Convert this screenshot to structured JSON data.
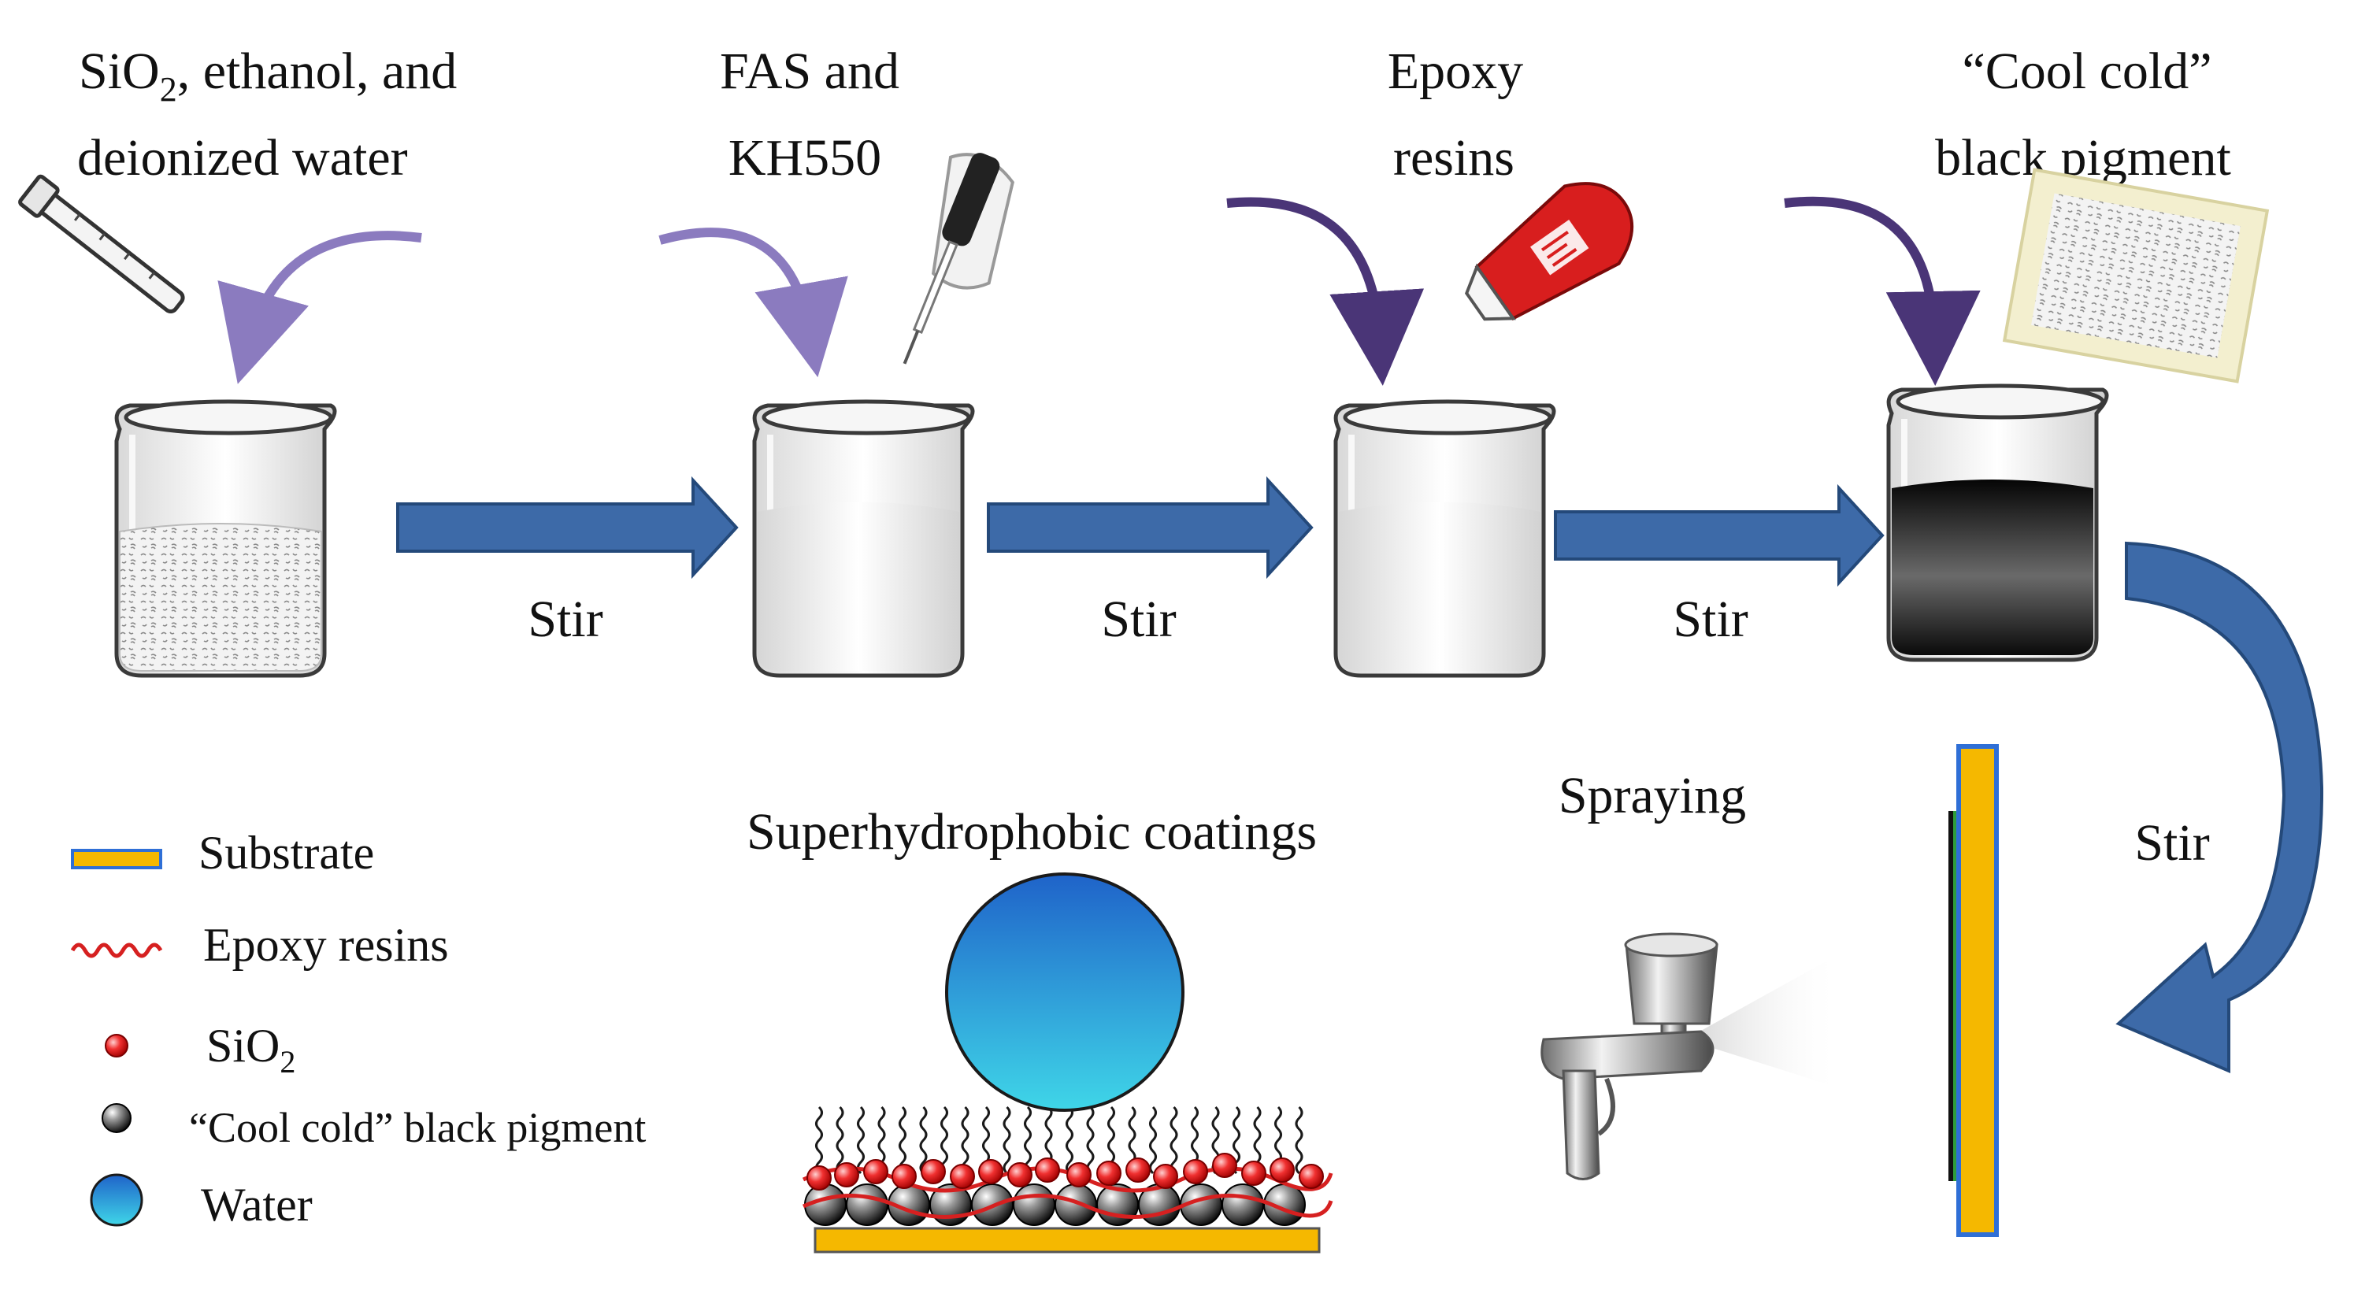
{
  "steps": [
    {
      "line1": "SiO",
      "sub": "2",
      "line1_rest": ", ethanol, and",
      "line2": "deionized water"
    },
    {
      "line1": "FAS and",
      "line2": "KH550"
    },
    {
      "line1": "Epoxy",
      "line2": "resins"
    },
    {
      "line1": "“Cool cold”",
      "line2": "black pigment"
    }
  ],
  "stir_labels": [
    "Stir",
    "Stir",
    "Stir",
    "Stir"
  ],
  "spraying_label": "Spraying",
  "coating_title": "Superhydrophobic coatings",
  "legend": {
    "substrate": "Substrate",
    "epoxy": "Epoxy resins",
    "sio2": "SiO",
    "sio2_sub": "2",
    "pigment": "“Cool cold” black pigment",
    "water": "Water"
  },
  "colors": {
    "arrow_fill": "#3d6aa8",
    "arrow_stroke": "#24497a",
    "curved_arrow": "#4a3577",
    "curved_arrow_light": "#8b7bbf",
    "substrate_fill": "#f5b800",
    "substrate_border": "#2f6fd6",
    "sio2_particle": "#e51c1c",
    "epoxy_line": "#d62020",
    "water_top": "#1f63c9",
    "water_bottom": "#3fd6e8"
  },
  "icons": {
    "step1": "test-tube-icon",
    "step2": "pipette-icon",
    "step3": "epoxy-tube-icon",
    "step4": "pigment-powder-icon",
    "spray": "spray-gun-icon"
  }
}
